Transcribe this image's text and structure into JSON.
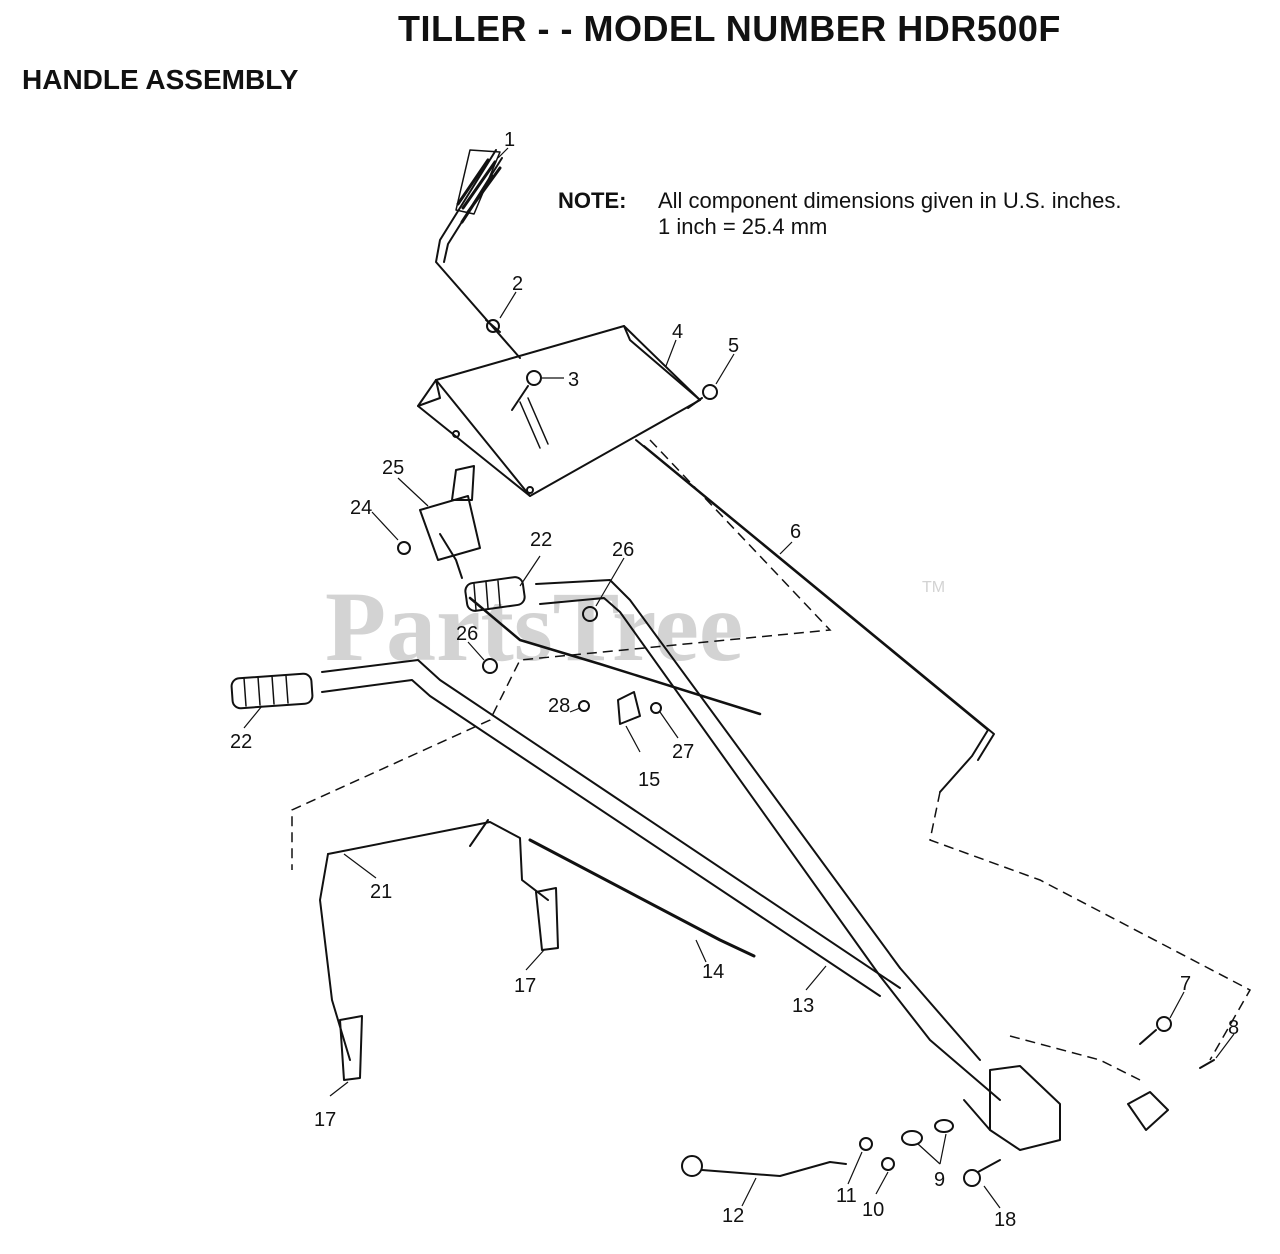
{
  "header": {
    "title": "TILLER - - MODEL NUMBER HDR500F",
    "subtitle": "HANDLE ASSEMBLY"
  },
  "note": {
    "label": "NOTE:",
    "line1": "All component dimensions given in U.S. inches.",
    "line2": "1 inch = 25.4 mm"
  },
  "watermark": {
    "text": "PartsTree",
    "tm": "TM"
  },
  "callouts": {
    "c1": "1",
    "c2": "2",
    "c3": "3",
    "c4": "4",
    "c5": "5",
    "c6": "6",
    "c7": "7",
    "c8": "8",
    "c9": "9",
    "c10": "10",
    "c11": "11",
    "c12": "12",
    "c13": "13",
    "c14": "14",
    "c15": "15",
    "c17a": "17",
    "c17b": "17",
    "c18": "18",
    "c21": "21",
    "c22a": "22",
    "c22b": "22",
    "c24": "24",
    "c25": "25",
    "c26a": "26",
    "c26b": "26",
    "c27": "27",
    "c28": "28"
  }
}
